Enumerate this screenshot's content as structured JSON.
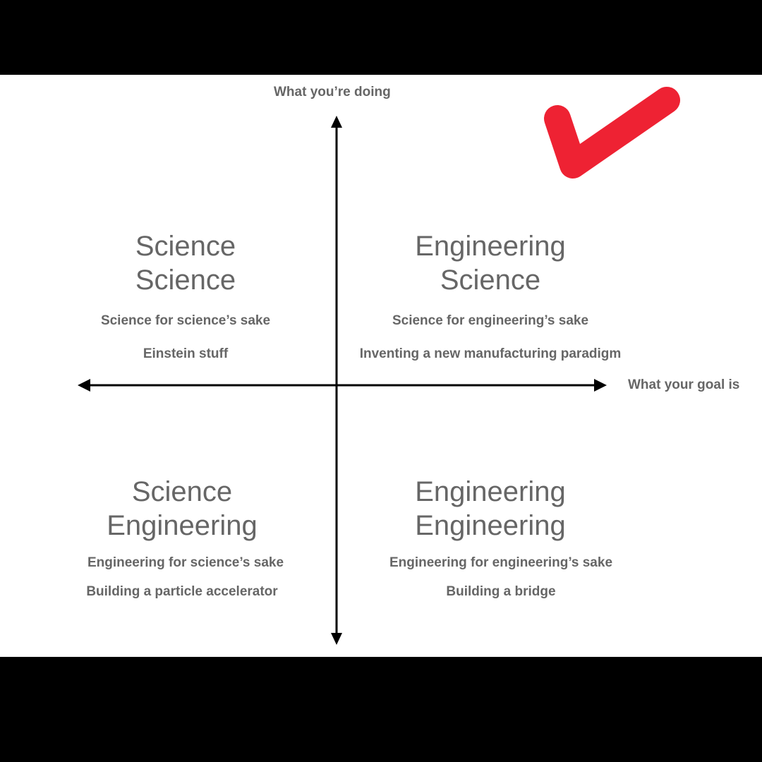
{
  "axes": {
    "y_label": "What you’re doing",
    "x_label": "What your goal is"
  },
  "quadrants": {
    "top_left": {
      "title_line1": "Science",
      "title_line2": "Science",
      "subtitle": "Science for science’s sake",
      "example": "Einstein stuff"
    },
    "top_right": {
      "title_line1": "Engineering",
      "title_line2": "Science",
      "subtitle": "Science for engineering’s sake",
      "example": "Inventing a new manufacturing paradigm"
    },
    "bottom_left": {
      "title_line1": "Science",
      "title_line2": "Engineering",
      "subtitle": "Engineering for science’s sake",
      "example": "Building a particle accelerator"
    },
    "bottom_right": {
      "title_line1": "Engineering",
      "title_line2": "Engineering",
      "subtitle": "Engineering for engineering’s sake",
      "example": "Building a bridge"
    }
  },
  "colors": {
    "background_bars": "#000000",
    "panel": "#ffffff",
    "text": "#666666",
    "axis": "#000000",
    "checkmark": "#ee2233"
  },
  "icons": {
    "checkmark": "red-checkmark-icon"
  }
}
